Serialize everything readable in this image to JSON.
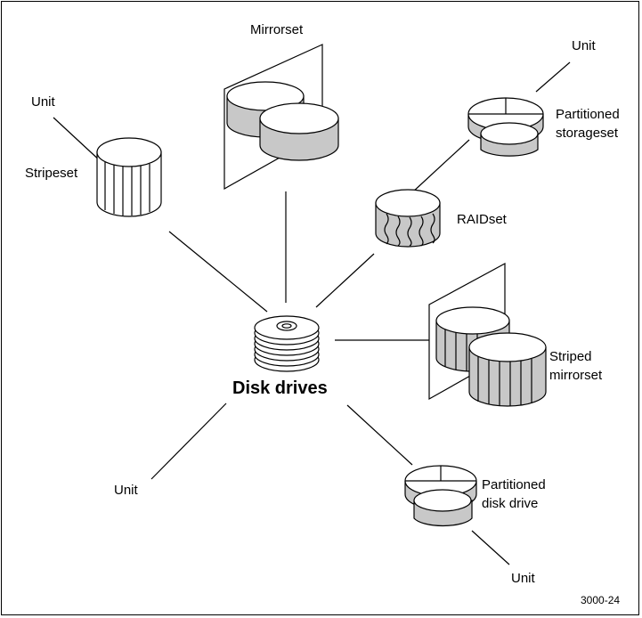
{
  "diagram": {
    "center": "Disk drives",
    "labels": {
      "mirrorset": "Mirrorset",
      "stripeset": "Stripeset",
      "raidset": "RAIDset",
      "partitioned_storageset_line1": "Partitioned",
      "partitioned_storageset_line2": "storageset",
      "striped_mirrorset_line1": "Striped",
      "striped_mirrorset_line2": "mirrorset",
      "partitioned_disk_line1": "Partitioned",
      "partitioned_disk_line2": "disk drive",
      "unit_top_left": "Unit",
      "unit_top_right": "Unit",
      "unit_bottom_left": "Unit",
      "unit_bottom_right": "Unit"
    },
    "figure_id": "3000-24",
    "colors": {
      "fill_gray": "#c8c8c8",
      "stroke": "#000000",
      "background": "#ffffff"
    }
  }
}
